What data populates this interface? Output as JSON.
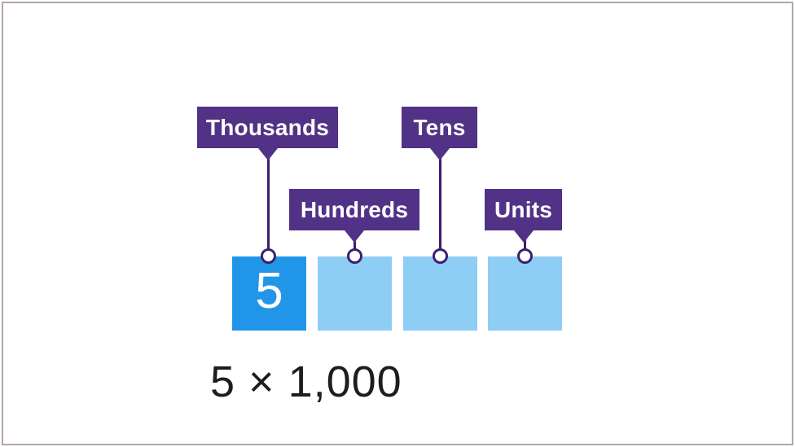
{
  "diagram": {
    "description": "Place value diagram showing 5 in the thousands column",
    "colors": {
      "callout_purple": "#523286",
      "connector_purple": "#3c1e72",
      "highlight_blue": "#2196e8",
      "column_light_blue": "#8ecdf4",
      "text_dark": "#1d1d1b",
      "frame_gray": "#b1a8a1",
      "background": "#ffffff"
    },
    "callouts": [
      {
        "text": "Thousands"
      },
      {
        "text": "Hundreds"
      },
      {
        "text": "Tens"
      },
      {
        "text": "Units"
      }
    ],
    "columns": [
      {
        "name": "thousands",
        "digit": "5",
        "highlighted": true
      },
      {
        "name": "hundreds",
        "digit": "",
        "highlighted": false
      },
      {
        "name": "tens",
        "digit": "",
        "highlighted": false
      },
      {
        "name": "units",
        "digit": "",
        "highlighted": false
      }
    ],
    "expression": "5 × 1,000"
  }
}
